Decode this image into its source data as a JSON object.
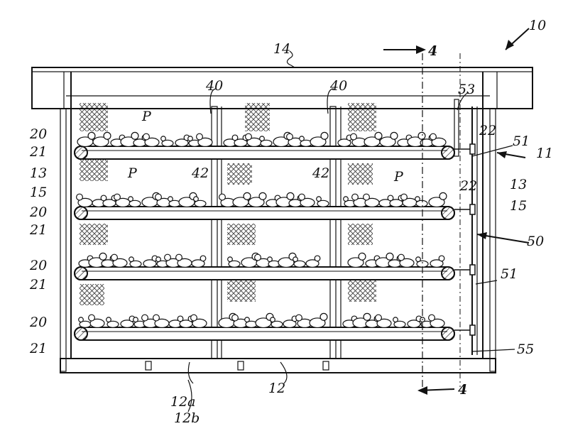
{
  "figure": {
    "labels": {
      "ref_10": "10",
      "ref_14": "14",
      "section_top": "4",
      "section_bottom": "4",
      "ref_40_a": "40",
      "ref_40_b": "40",
      "ref_53": "53",
      "left": [
        "20",
        "21",
        "13",
        "15",
        "20",
        "21",
        "20",
        "21",
        "20",
        "21"
      ],
      "p_a": "P",
      "p_b": "P",
      "p_c": "P",
      "ref_42_a": "42",
      "ref_42_b": "42",
      "ref_22_a": "22",
      "ref_22_b": "22",
      "ref_51_a": "51",
      "ref_11": "11",
      "ref_13_r": "13",
      "ref_15_r": "15",
      "ref_50": "50",
      "ref_51_b": "51",
      "ref_55": "55",
      "ref_12a": "12a",
      "ref_12b": "12b",
      "ref_12": "12"
    },
    "ink_color": "#111111"
  }
}
